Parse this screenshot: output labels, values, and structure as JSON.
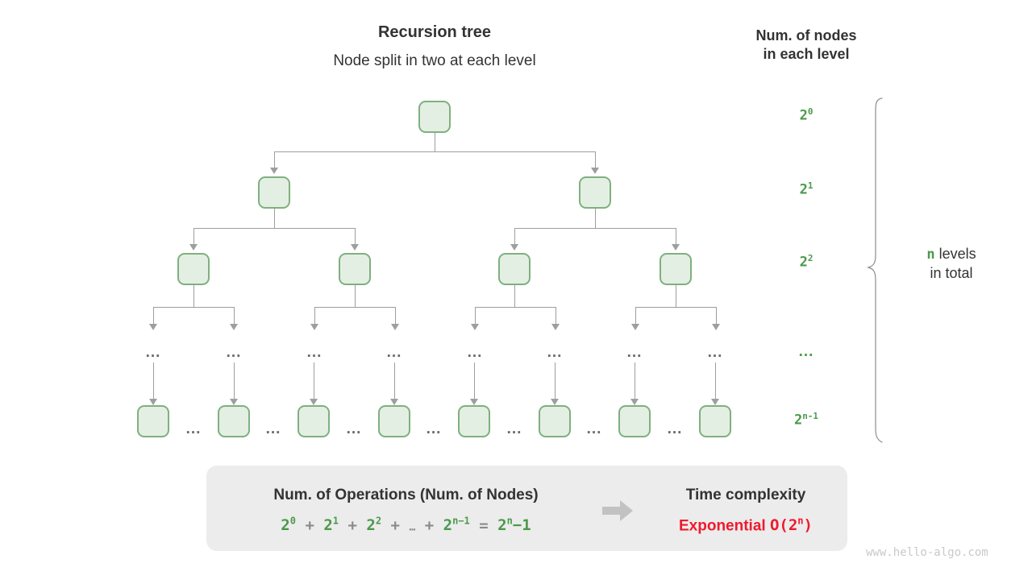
{
  "header": {
    "title": "Recursion tree",
    "subtitle": "Node split in two at each level",
    "column_title_line1": "Num. of nodes",
    "column_title_line2": "in each level"
  },
  "colors": {
    "node_fill": "#e4efe4",
    "node_border": "#7fb07f",
    "connector": "#9e9e9e",
    "green_text": "#4a9a4a",
    "dark_text": "#333333",
    "grey_text": "#8b8b8b",
    "box_fill": "#ececec",
    "red": "#ef1a2d",
    "watermark": "#c9c9c9"
  },
  "level_counts": [
    {
      "base": "2",
      "exp": "0",
      "label": "2^0"
    },
    {
      "base": "2",
      "exp": "1",
      "label": "2^1"
    },
    {
      "base": "2",
      "exp": "2",
      "label": "2^2"
    },
    {
      "base": "",
      "exp": "",
      "label": "..."
    },
    {
      "base": "2",
      "exp": "n-1",
      "label": "2^(n-1)"
    }
  ],
  "total": {
    "n": "n",
    "levels_word": "levels",
    "in_total": "in total"
  },
  "tree": {
    "levels": [
      {
        "index": 0,
        "node_count": 1,
        "nodes_drawn": 1
      },
      {
        "index": 1,
        "node_count": 2,
        "nodes_drawn": 2
      },
      {
        "index": 2,
        "node_count": 4,
        "nodes_drawn": 4
      },
      {
        "index": 3,
        "node_count": 8,
        "nodes_drawn": 0,
        "placeholder": "..."
      },
      {
        "index": 4,
        "node_count": 8,
        "nodes_drawn": 8,
        "between_placeholder": "..."
      }
    ],
    "ellipsis": "..."
  },
  "summary": {
    "operations_title": "Num. of Operations (Num. of Nodes)",
    "formula_terms": [
      "2^0",
      "2^1",
      "2^2",
      "…",
      "2^(n-1)"
    ],
    "formula_plus": "+",
    "formula_equals": "=",
    "formula_result": "2^n−1",
    "arrow": "right-arrow",
    "complexity_title": "Time complexity",
    "complexity_value": "Exponential",
    "complexity_notation": "O(2^n)"
  },
  "footer": {
    "watermark": "www.hello-algo.com"
  }
}
